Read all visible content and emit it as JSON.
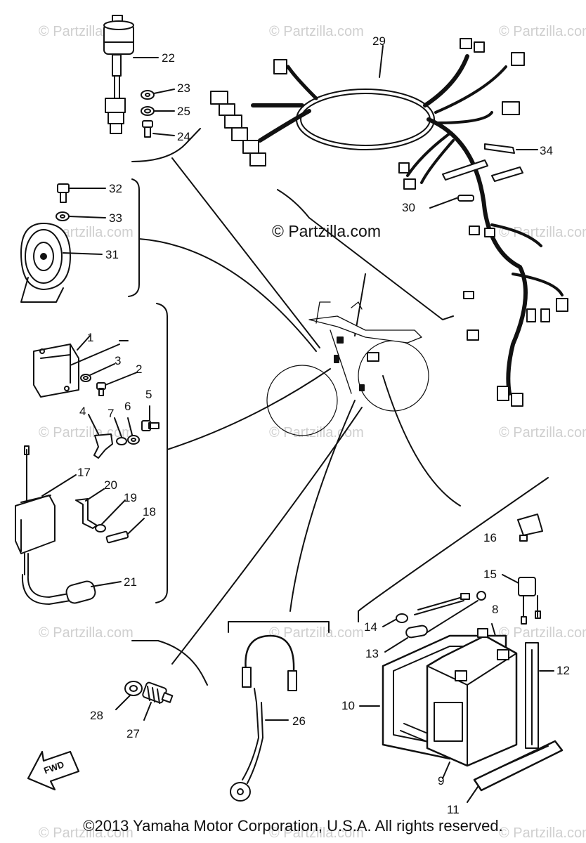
{
  "watermark": "© Partzilla.com",
  "center_watermark": "© Partzilla.com",
  "footer": "©2013  Yamaha Motor Corporation, U.S.A. All rights reserved.",
  "fwd_label": "FWD",
  "callouts": {
    "c1": "1",
    "c2": "2",
    "c3": "3",
    "c4": "4",
    "c5": "5",
    "c6": "6",
    "c7": "7",
    "c8": "8",
    "c9": "9",
    "c10": "10",
    "c11": "11",
    "c12": "12",
    "c13": "13",
    "c14": "14",
    "c15": "15",
    "c16": "16",
    "c17": "17",
    "c18": "18",
    "c19": "19",
    "c20": "20",
    "c21": "21",
    "c22": "22",
    "c23": "23",
    "c24": "24",
    "c25": "25",
    "c26": "26",
    "c27": "27",
    "c28": "28",
    "c29": "29",
    "c30": "30",
    "c31": "31",
    "c32": "32",
    "c33": "33",
    "c34": "34"
  }
}
